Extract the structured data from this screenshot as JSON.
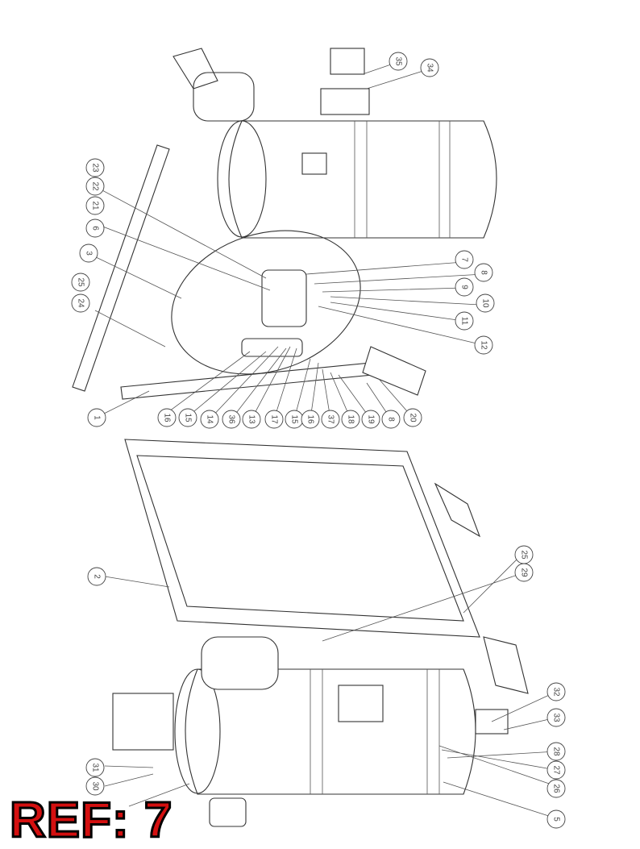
{
  "ref_label": "REF: 7",
  "callouts_upper": [
    "35",
    "34",
    "23",
    "22",
    "21",
    "6",
    "3",
    "25",
    "24",
    "1",
    "7",
    "8",
    "9",
    "10",
    "11",
    "12",
    "16",
    "15",
    "14",
    "36",
    "13",
    "17",
    "15",
    "16",
    "37",
    "18",
    "19",
    "8",
    "20"
  ],
  "callouts_lower": [
    "2",
    "25",
    "29",
    "32",
    "33",
    "28",
    "27",
    "26",
    "5",
    "31",
    "30"
  ]
}
